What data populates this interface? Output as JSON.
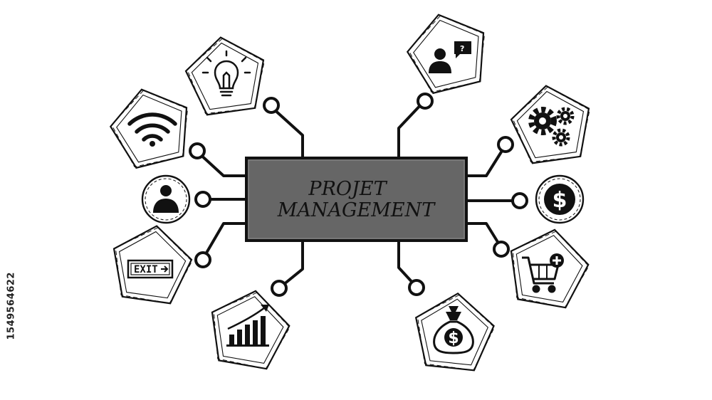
{
  "center_box": {
    "line1": "PROJET",
    "line2": "MANAGEMENT",
    "fill": "#666666"
  },
  "exit_sign": {
    "label": "EXIT"
  },
  "chat_bubble": {
    "mark": "?"
  },
  "coin": {
    "symbol": "$"
  },
  "money_bag": {
    "symbol": "$"
  },
  "side_watermark": "1549564622",
  "icons": [
    "lightbulb-icon",
    "wifi-icon",
    "user-icon",
    "exit-sign-icon",
    "growth-chart-icon",
    "person-question-icon",
    "gears-icon",
    "dollar-coin-icon",
    "cart-add-icon",
    "money-bag-icon"
  ]
}
